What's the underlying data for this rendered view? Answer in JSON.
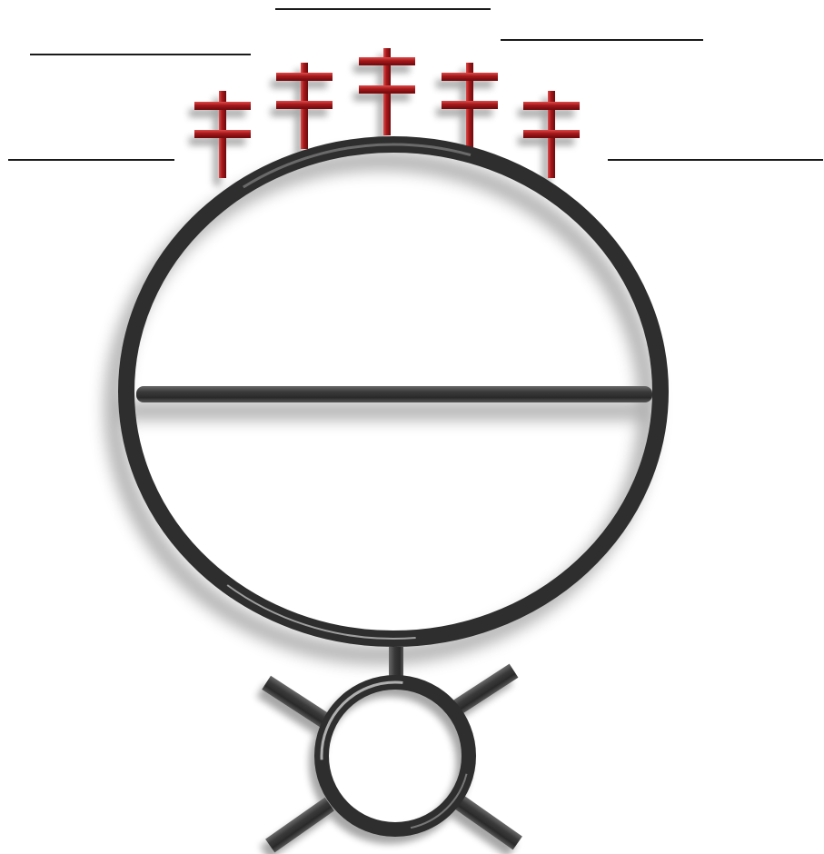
{
  "figure": {
    "answer_blanks": [
      {
        "id": "top-center",
        "filled_text": ""
      },
      {
        "id": "top-left",
        "filled_text": ""
      },
      {
        "id": "top-right",
        "filled_text": ""
      },
      {
        "id": "middle-left",
        "filled_text": ""
      },
      {
        "id": "middle-right",
        "filled_text": ""
      }
    ],
    "colors": {
      "metal_dark": "#2b2b2b",
      "metal_mid": "#4a4a4a",
      "metal_light": "#b8b8b8",
      "cross_red": "#a3161a",
      "cross_red_dark": "#6e0b0d",
      "cross_red_light": "#e04a4a",
      "blank_line": "#1a1a1a",
      "background": "#ffffff"
    },
    "icons": {
      "crosses": "double-bar-cross-icon",
      "large_ring": "ring-with-bar-icon",
      "small_ring": "small-ring-with-spokes-icon"
    },
    "cross_count": 5,
    "spoke_count": 4
  }
}
